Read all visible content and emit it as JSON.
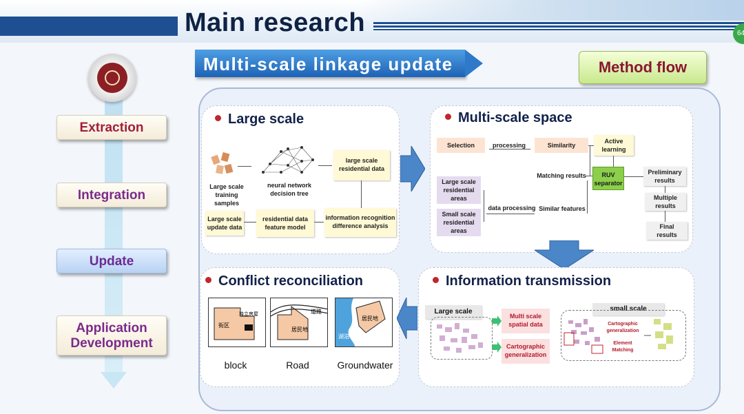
{
  "header": {
    "title": "Main  research",
    "page_number": "64"
  },
  "sidebar": {
    "items": [
      {
        "label": "Extraction"
      },
      {
        "label": "Integration"
      },
      {
        "label": "Update"
      },
      {
        "label_line1": "Application",
        "label_line2": "Development"
      }
    ]
  },
  "banner": {
    "title": "Multi-scale linkage update"
  },
  "method_flow": {
    "label": "Method flow"
  },
  "large_scale": {
    "title": "Large scale",
    "training_samples": [
      "Large scale",
      "training",
      "samples"
    ],
    "neural_network": [
      "neural network",
      "decision tree"
    ],
    "residential_data": [
      "large scale",
      "residential data"
    ],
    "update_data": [
      "Large scale",
      "update data"
    ],
    "feature_model": [
      "residential data",
      "feature model"
    ],
    "info_recognition": [
      "information recognition",
      "difference analysis"
    ]
  },
  "multi_scale": {
    "title": "Multi-scale space",
    "selection": "Selection",
    "processing": "processing",
    "similarity": "Similarity",
    "active_learning": [
      "Active",
      "learning"
    ],
    "matching_results": "Matching results",
    "ruv_separator": [
      "RUV",
      "separator"
    ],
    "preliminary_results": [
      "Preliminary",
      "results"
    ],
    "multiple_results": [
      "Multiple",
      "results"
    ],
    "final_results": [
      "Final",
      "results"
    ],
    "large_areas": [
      "Large scale",
      "residential",
      "areas"
    ],
    "small_areas": [
      "Small scale",
      "residential",
      "areas"
    ],
    "data_processing": "data processing",
    "similar_features": "Similar features"
  },
  "conflict": {
    "title": "Conflict reconciliation",
    "panels": [
      {
        "label": "block",
        "text_a": "街区",
        "text_b": "独立房屋"
      },
      {
        "label": "Road",
        "text_a": "道路",
        "text_b": "居民地"
      },
      {
        "label": "Groundwater",
        "text_a": "居民地",
        "text_b": "湖泊"
      }
    ]
  },
  "info_transmission": {
    "title": "Information transmission",
    "large_scale": "Large scale",
    "small_scale": "small scale",
    "multi_spatial": [
      "Multi scale",
      "spatial data"
    ],
    "cartographic": [
      "Cartographic",
      "generalization"
    ],
    "small_cartographic": [
      "Cartographic",
      "generalization"
    ],
    "element_matching": [
      "Element",
      "Matching"
    ]
  },
  "colors": {
    "accent_blue": "#1d4f92",
    "dot_red": "#c0262d",
    "method_red": "#8a1731"
  }
}
